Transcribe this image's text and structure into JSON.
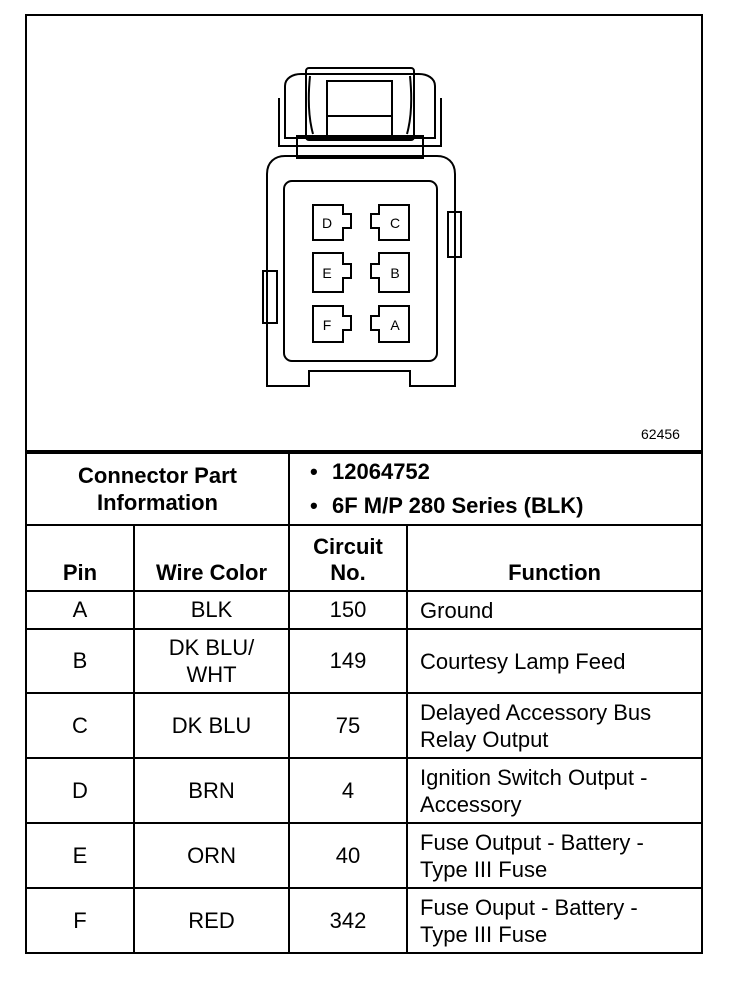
{
  "figure": {
    "number": "62456",
    "pin_labels": [
      "D",
      "C",
      "E",
      "B",
      "F",
      "A"
    ]
  },
  "connector_info": {
    "heading": "Connector Part Information",
    "items": [
      "12064752",
      "6F M/P 280 Series (BLK)"
    ]
  },
  "columns": {
    "pin": "Pin",
    "wire_color": "Wire Color",
    "circuit": "Circuit No.",
    "function": "Function"
  },
  "rows": [
    {
      "pin": "A",
      "wire_color": "BLK",
      "circuit": "150",
      "function": "Ground"
    },
    {
      "pin": "B",
      "wire_color": "DK BLU/\nWHT",
      "circuit": "149",
      "function": "Courtesy Lamp Feed"
    },
    {
      "pin": "C",
      "wire_color": "DK BLU",
      "circuit": "75",
      "function": "Delayed Accessory Bus\nRelay Output"
    },
    {
      "pin": "D",
      "wire_color": "BRN",
      "circuit": "4",
      "function": "Ignition Switch Output -\nAccessory"
    },
    {
      "pin": "E",
      "wire_color": "ORN",
      "circuit": "40",
      "function": "Fuse Output - Battery -\nType III Fuse"
    },
    {
      "pin": "F",
      "wire_color": "RED",
      "circuit": "342",
      "function": "Fuse Ouput - Battery -\nType III Fuse"
    }
  ]
}
